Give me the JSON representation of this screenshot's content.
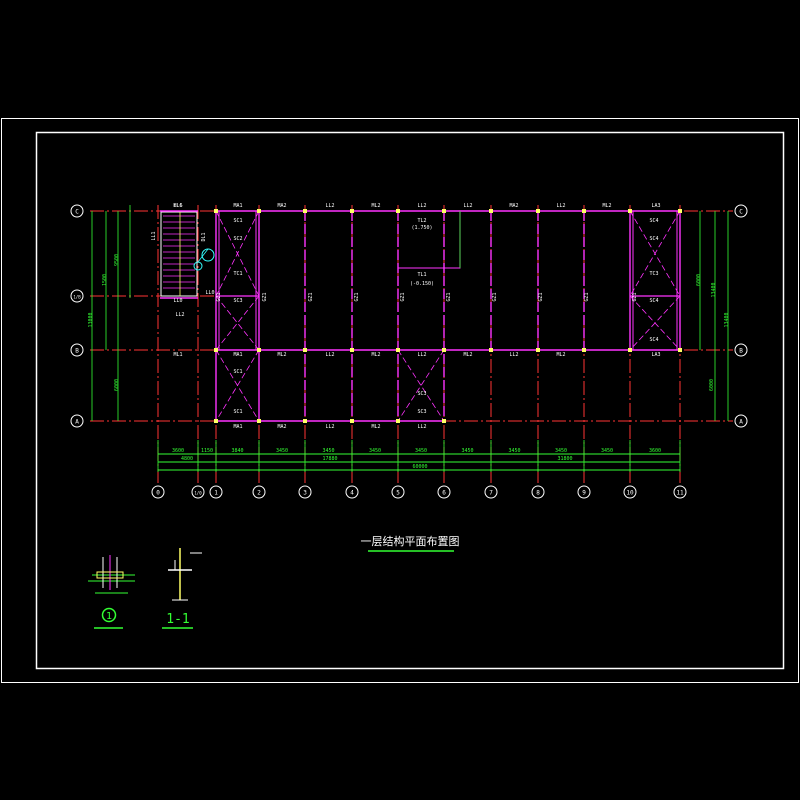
{
  "colors": {
    "background": "#000000",
    "frame": "#ffffff",
    "axis": "#ff3333",
    "beam": "#ff33ff",
    "dimension": "#33ff33",
    "text": "#ffffff",
    "column": "#ffff66",
    "title_underline": "#33ff33",
    "marker": "#33ffff"
  },
  "title": "一层结构平面布置图",
  "section_label": "1-1",
  "detail_symbol": "1",
  "col_axes": [
    "0",
    "1/0",
    "1",
    "2",
    "3",
    "4",
    "5",
    "6",
    "7",
    "8",
    "9",
    "10",
    "11"
  ],
  "row_axes_left": [
    "C",
    "1/B",
    "B",
    "A"
  ],
  "row_axes_right": [
    "C",
    "B",
    "A"
  ],
  "dimensions": {
    "bay_spans": [
      "3600",
      "1150",
      "3840",
      "3450",
      "3450",
      "3450",
      "3450",
      "3450",
      "3450",
      "3450",
      "3450",
      "3600"
    ],
    "segment_row": [
      "4800",
      "17880",
      "31800"
    ],
    "total": "60000",
    "left_vertical": [
      "1500",
      "13000",
      "9500",
      "6000"
    ],
    "right_vertical": [
      "13400",
      "6000"
    ]
  },
  "beam_labels_top": [
    "ML6",
    "MA1",
    "MA2",
    "LL2",
    "ML2",
    "LL2",
    "LL2",
    "MA2",
    "LL2",
    "ML2",
    "LA3"
  ],
  "beam_labels_mid": [
    "ML1",
    "MA1",
    "ML2",
    "LL2",
    "ML2",
    "LL2",
    "ML2",
    "LL2",
    "ML2",
    "LA3"
  ],
  "beam_labels_bot": [
    "MA1",
    "MA2",
    "LL2",
    "ML2",
    "LL2"
  ],
  "zone_labels": [
    "SC1",
    "SC2",
    "TC1",
    "SC3",
    "SC1",
    "SC1",
    "SC3",
    "SC3",
    "SC4",
    "SC4",
    "TC3",
    "SC4",
    "SC4",
    "TL2",
    "(1.750)",
    "TL1",
    "(-0.150)"
  ],
  "col_labels": [
    "GZ1",
    "GZ1",
    "GZ1",
    "GZ1",
    "GZ1",
    "GZ1",
    "GZ1",
    "GZ1",
    "GZ1",
    "GZ1"
  ],
  "stair_labels": [
    "LL6",
    "LL0",
    "LL1",
    "DL1",
    "LL2"
  ]
}
